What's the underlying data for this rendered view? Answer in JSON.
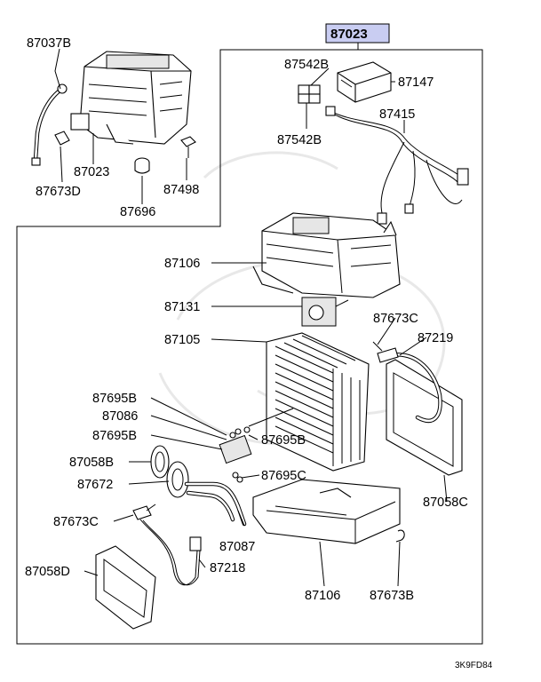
{
  "title": {
    "box_label": "87023",
    "box_color": "#c9cdf2"
  },
  "labels": {
    "top_left": [
      "87037B",
      "87023",
      "87673D",
      "87696",
      "87498"
    ],
    "top_right": [
      "87542B",
      "87147",
      "87542B",
      "87415"
    ],
    "center": [
      "87106",
      "87131",
      "87105",
      "87673C",
      "87219"
    ],
    "lower_left": [
      "87695B",
      "87086",
      "87695B",
      "87695B",
      "87058B",
      "87672",
      "87695C",
      "87673C",
      "87087",
      "87218",
      "87058C",
      "87058D",
      "87106",
      "87673B"
    ]
  },
  "reference_code": "3K9FD84"
}
